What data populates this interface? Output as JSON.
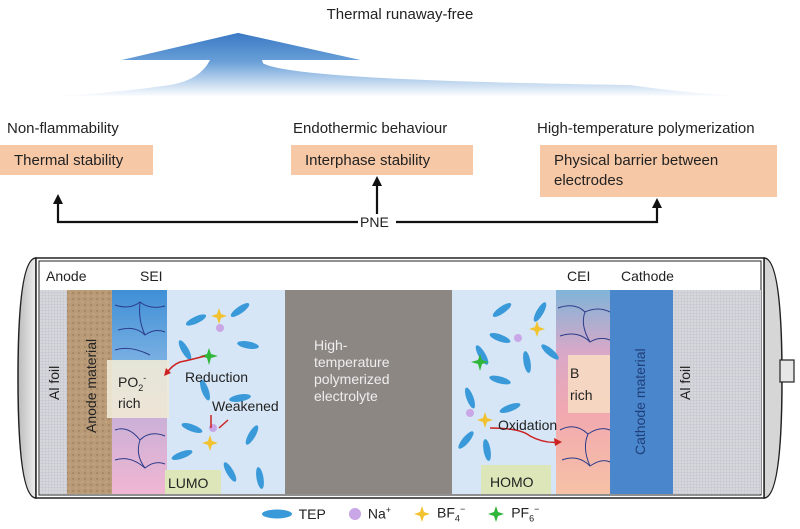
{
  "title": "Thermal runaway-free",
  "properties": [
    {
      "heading": "Non-flammability",
      "box": "Thermal stability"
    },
    {
      "heading": "Endothermic behaviour",
      "box": "Interphase stability"
    },
    {
      "heading": "High-temperature polymerization",
      "box": "Physical barrier between electrodes"
    }
  ],
  "hub_label": "PNE",
  "battery": {
    "top_labels": {
      "anode": "Anode",
      "sei": "SEI",
      "cei": "CEI",
      "cathode": "Cathode"
    },
    "layers": {
      "anode_foil": "Al foil",
      "anode_material": "Anode material",
      "sei_rich": [
        "PO",
        "2",
        "-",
        "rich"
      ],
      "polymer": [
        "High-",
        "temperature",
        "polymerized",
        "electrolyte"
      ],
      "cei_rich": [
        "B",
        "rich"
      ],
      "cathode_material": "Cathode material",
      "cathode_foil": "Al foil"
    },
    "annotations": {
      "reduction": "Reduction",
      "weakened": "Weakened",
      "lumo": "LUMO",
      "oxidation": "Oxidation",
      "homo": "HOMO"
    }
  },
  "legend": [
    {
      "name": "TEP",
      "icon": "ellipse-icon",
      "color": "#3a9ad9"
    },
    {
      "name": "Na",
      "sup": "+",
      "icon": "sphere-icon",
      "color": "#c9a6e6"
    },
    {
      "name": "BF",
      "sub": "4",
      "sup": "−",
      "icon": "star-icon",
      "color": "#f2c230"
    },
    {
      "name": "PF",
      "sub": "6",
      "sup": "−",
      "icon": "star-icon",
      "color": "#2fb53a"
    }
  ]
}
